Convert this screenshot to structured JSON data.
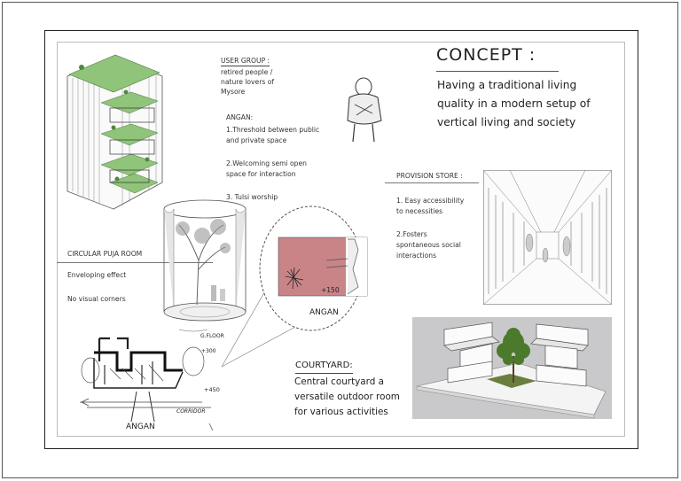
{
  "user_group": {
    "heading": "USER GROUP :",
    "lines": [
      "retired people /",
      "nature lovers  of",
      "Mysore"
    ]
  },
  "angan_notes": {
    "heading": "ANGAN:",
    "lines": [
      "1.Threshold between public",
      "and private space",
      "2.Welcoming semi open",
      "space for interaction",
      "3. Tulsi worship"
    ]
  },
  "concept": {
    "title": "CONCEPT :",
    "body": "Having a traditional living quality in a modern setup of vertical living and society"
  },
  "provision_store": {
    "heading": "PROVISION STORE :",
    "lines": [
      "1. Easy accessibility",
      "to necessities",
      "2.Fosters",
      "spontaneous social",
      "interactions"
    ]
  },
  "puja_room": {
    "heading": "CIRCULAR PUJA ROOM",
    "line1": "Enveloping effect",
    "line2": "No visual corners"
  },
  "angan_detail": {
    "level": "+150",
    "label": "ANGAN"
  },
  "sketch": {
    "floor_label": "G.FLOOR",
    "level_300": "+300",
    "level_450": "+450",
    "corridor": "CORRIDOR",
    "angan": "ANGAN"
  },
  "courtyard": {
    "heading": "COURTYARD:",
    "body": "Central courtyard a versatile outdoor room for various activities"
  },
  "colors": {
    "angan_floor": "#c98488",
    "render_bg": "#c9c9cb",
    "greenery": "#8fc47a"
  }
}
